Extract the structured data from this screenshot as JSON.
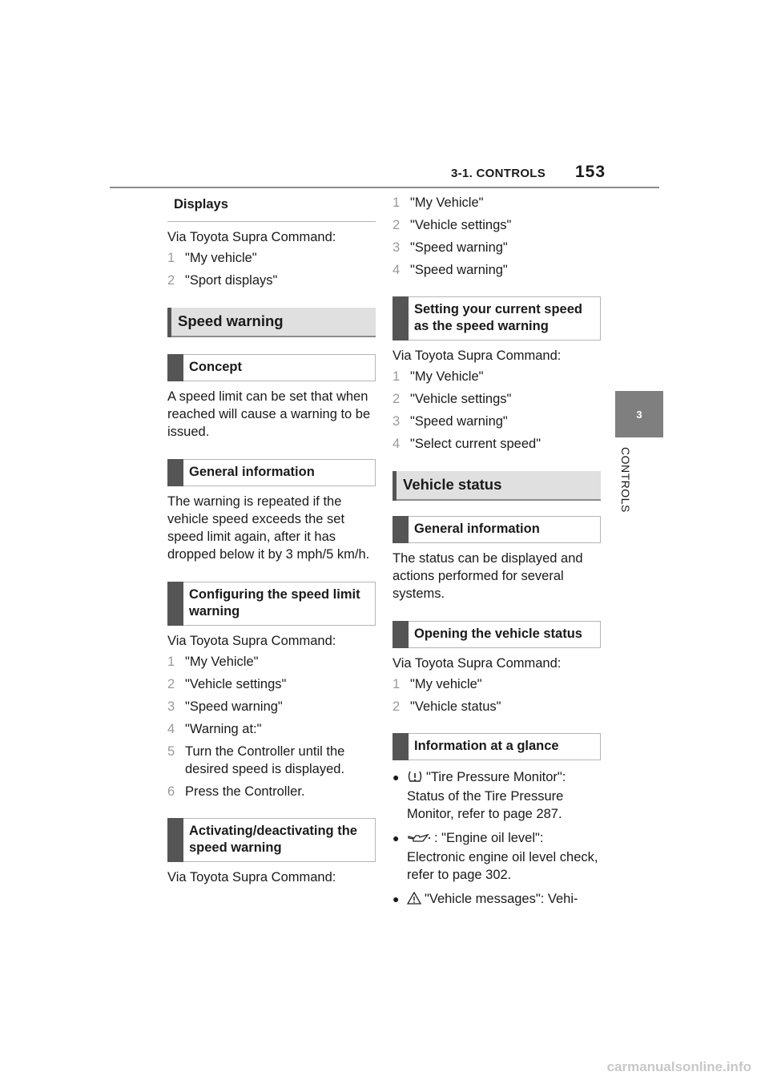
{
  "header": {
    "section": "3-1. CONTROLS",
    "page_number": "153"
  },
  "chapter": {
    "number": "3",
    "label": "CONTROLS"
  },
  "left": {
    "displays_heading": "Displays",
    "displays_intro": "Via Toyota Supra Command:",
    "displays_steps": [
      {
        "n": "1",
        "t": "\"My vehicle\""
      },
      {
        "n": "2",
        "t": "\"Sport displays\""
      }
    ],
    "speed_warning_heading": "Speed warning",
    "concept_heading": "Concept",
    "concept_text": "A speed limit can be set that when reached will cause a warning to be issued.",
    "general_heading": "General information",
    "general_text": "The warning is repeated if the vehicle speed exceeds the set speed limit again, after it has dropped below it by 3 mph/5 km/h.",
    "config_heading": "Configuring the speed limit warning",
    "config_intro": "Via Toyota Supra Command:",
    "config_steps": [
      {
        "n": "1",
        "t": "\"My Vehicle\""
      },
      {
        "n": "2",
        "t": "\"Vehicle settings\""
      },
      {
        "n": "3",
        "t": "\"Speed warning\""
      },
      {
        "n": "4",
        "t": "\"Warning at:\""
      },
      {
        "n": "5",
        "t": "Turn the Controller until the desired speed is displayed."
      },
      {
        "n": "6",
        "t": "Press the Controller."
      }
    ],
    "activate_heading": "Activating/deactivating the speed warning",
    "activate_intro": "Via Toyota Supra Command:"
  },
  "right": {
    "activate_steps": [
      {
        "n": "1",
        "t": "\"My Vehicle\""
      },
      {
        "n": "2",
        "t": "\"Vehicle settings\""
      },
      {
        "n": "3",
        "t": "\"Speed warning\""
      },
      {
        "n": "4",
        "t": "\"Speed warning\""
      }
    ],
    "current_heading": "Setting your current speed as the speed warning",
    "current_intro": "Via Toyota Supra Command:",
    "current_steps": [
      {
        "n": "1",
        "t": "\"My Vehicle\""
      },
      {
        "n": "2",
        "t": "\"Vehicle settings\""
      },
      {
        "n": "3",
        "t": "\"Speed warning\""
      },
      {
        "n": "4",
        "t": "\"Select current speed\""
      }
    ],
    "status_heading": "Vehicle status",
    "status_general_heading": "General information",
    "status_general_text": "The status can be displayed and actions performed for several systems.",
    "opening_heading": "Opening the vehicle status",
    "opening_intro": "Via Toyota Supra Command:",
    "opening_steps": [
      {
        "n": "1",
        "t": "\"My vehicle\""
      },
      {
        "n": "2",
        "t": "\"Vehicle status\""
      }
    ],
    "glance_heading": "Information at a glance",
    "glance_bullets": [
      {
        "icon": "tire-pressure-icon",
        "t": "\"Tire Pressure Monitor\": Status of the Tire Pressure Monitor, refer to page 287."
      },
      {
        "icon": "oil-can-icon",
        "t": ": \"Engine oil level\": Electronic engine oil level check, refer to page 302."
      },
      {
        "icon": "warning-triangle-icon",
        "t": "\"Vehicle messages\": Vehi-"
      }
    ]
  },
  "footer": {
    "watermark": "carmanualsonline.info"
  }
}
